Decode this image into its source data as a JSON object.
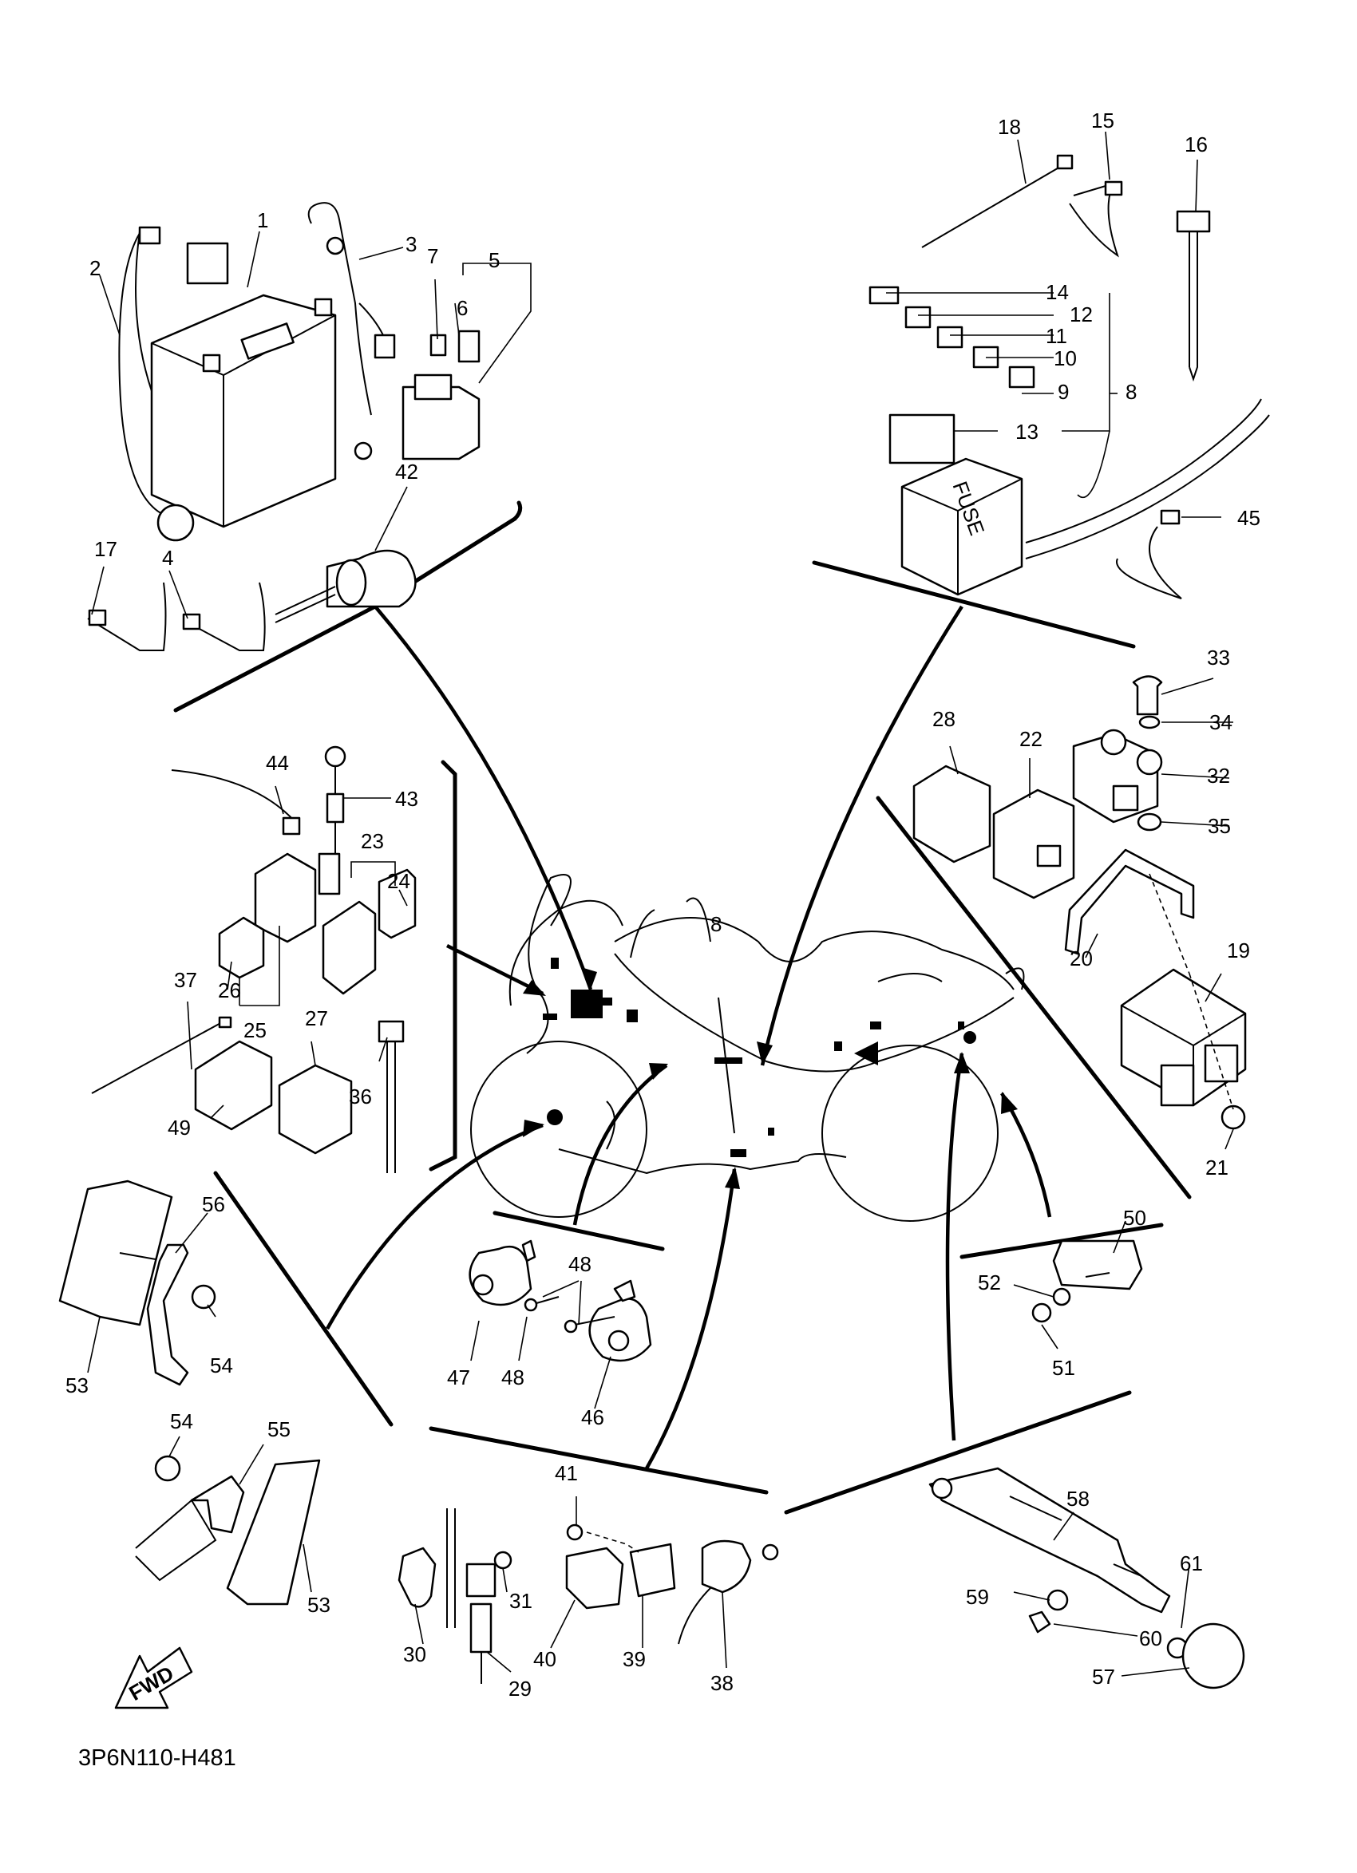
{
  "diagram": {
    "code": "3P6N110-H481",
    "fwd_label": "FWD",
    "fuse_label": "FUSE",
    "callouts": [
      {
        "id": "c1",
        "text": "1"
      },
      {
        "id": "c2",
        "text": "2"
      },
      {
        "id": "c3",
        "text": "3"
      },
      {
        "id": "c4",
        "text": "4"
      },
      {
        "id": "c5",
        "text": "5"
      },
      {
        "id": "c6",
        "text": "6"
      },
      {
        "id": "c7",
        "text": "7"
      },
      {
        "id": "c8a",
        "text": "8"
      },
      {
        "id": "c8b",
        "text": "8"
      },
      {
        "id": "c9",
        "text": "9"
      },
      {
        "id": "c10",
        "text": "10"
      },
      {
        "id": "c11",
        "text": "11"
      },
      {
        "id": "c12",
        "text": "12"
      },
      {
        "id": "c13",
        "text": "13"
      },
      {
        "id": "c14",
        "text": "14"
      },
      {
        "id": "c15",
        "text": "15"
      },
      {
        "id": "c16",
        "text": "16"
      },
      {
        "id": "c17",
        "text": "17"
      },
      {
        "id": "c18",
        "text": "18"
      },
      {
        "id": "c19",
        "text": "19"
      },
      {
        "id": "c20",
        "text": "20"
      },
      {
        "id": "c21",
        "text": "21"
      },
      {
        "id": "c22",
        "text": "22"
      },
      {
        "id": "c23",
        "text": "23"
      },
      {
        "id": "c24",
        "text": "24"
      },
      {
        "id": "c25",
        "text": "25"
      },
      {
        "id": "c26",
        "text": "26"
      },
      {
        "id": "c27",
        "text": "27"
      },
      {
        "id": "c28",
        "text": "28"
      },
      {
        "id": "c29",
        "text": "29"
      },
      {
        "id": "c30",
        "text": "30"
      },
      {
        "id": "c31",
        "text": "31"
      },
      {
        "id": "c32",
        "text": "32"
      },
      {
        "id": "c33",
        "text": "33"
      },
      {
        "id": "c34",
        "text": "34"
      },
      {
        "id": "c35",
        "text": "35"
      },
      {
        "id": "c36",
        "text": "36"
      },
      {
        "id": "c37",
        "text": "37"
      },
      {
        "id": "c38",
        "text": "38"
      },
      {
        "id": "c39",
        "text": "39"
      },
      {
        "id": "c40",
        "text": "40"
      },
      {
        "id": "c41",
        "text": "41"
      },
      {
        "id": "c42",
        "text": "42"
      },
      {
        "id": "c43",
        "text": "43"
      },
      {
        "id": "c44",
        "text": "44"
      },
      {
        "id": "c45",
        "text": "45"
      },
      {
        "id": "c46",
        "text": "46"
      },
      {
        "id": "c47",
        "text": "47"
      },
      {
        "id": "c48a",
        "text": "48"
      },
      {
        "id": "c48b",
        "text": "48"
      },
      {
        "id": "c49",
        "text": "49"
      },
      {
        "id": "c50",
        "text": "50"
      },
      {
        "id": "c51",
        "text": "51"
      },
      {
        "id": "c52",
        "text": "52"
      },
      {
        "id": "c53a",
        "text": "53"
      },
      {
        "id": "c53b",
        "text": "53"
      },
      {
        "id": "c54a",
        "text": "54"
      },
      {
        "id": "c54b",
        "text": "54"
      },
      {
        "id": "c55",
        "text": "55"
      },
      {
        "id": "c56",
        "text": "56"
      },
      {
        "id": "c57",
        "text": "57"
      },
      {
        "id": "c58",
        "text": "58"
      },
      {
        "id": "c59",
        "text": "59"
      },
      {
        "id": "c60",
        "text": "60"
      },
      {
        "id": "c61",
        "text": "61"
      }
    ]
  }
}
